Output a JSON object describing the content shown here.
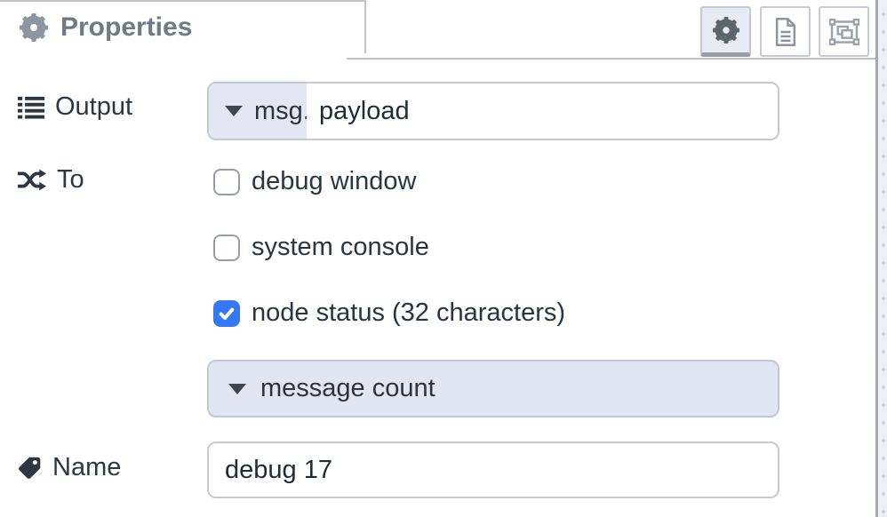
{
  "panel": {
    "tab": {
      "label": "Properties",
      "icon": "gear-icon"
    },
    "header_buttons": [
      {
        "name": "properties",
        "icon": "gear-icon",
        "active": true
      },
      {
        "name": "description",
        "icon": "doc-icon",
        "active": false
      },
      {
        "name": "appearance",
        "icon": "object-group-icon",
        "active": false
      }
    ]
  },
  "form": {
    "output": {
      "label": "Output",
      "icon": "list-icon",
      "prop_type": "msg.",
      "value": "payload"
    },
    "to": {
      "label": "To",
      "icon": "shuffle-icon",
      "checkboxes": [
        {
          "label": "debug window",
          "checked": false
        },
        {
          "label": "system console",
          "checked": false
        },
        {
          "label": "node status (32 characters)",
          "checked": true
        }
      ],
      "status_select": {
        "value": "message count",
        "icon": "caret-down-icon"
      }
    },
    "name": {
      "label": "Name",
      "icon": "tag-icon",
      "value": "debug 17"
    }
  },
  "colors": {
    "accent_lavender": "#e4e7f3",
    "select_lavender": "#e2e5f2",
    "checkbox_blue": "#3478f6",
    "border_gray": "#c2c4ca",
    "tab_text_gray": "#6e7a85",
    "label_dark": "#2d3743",
    "edge_line_gray": "#a9abb0"
  }
}
